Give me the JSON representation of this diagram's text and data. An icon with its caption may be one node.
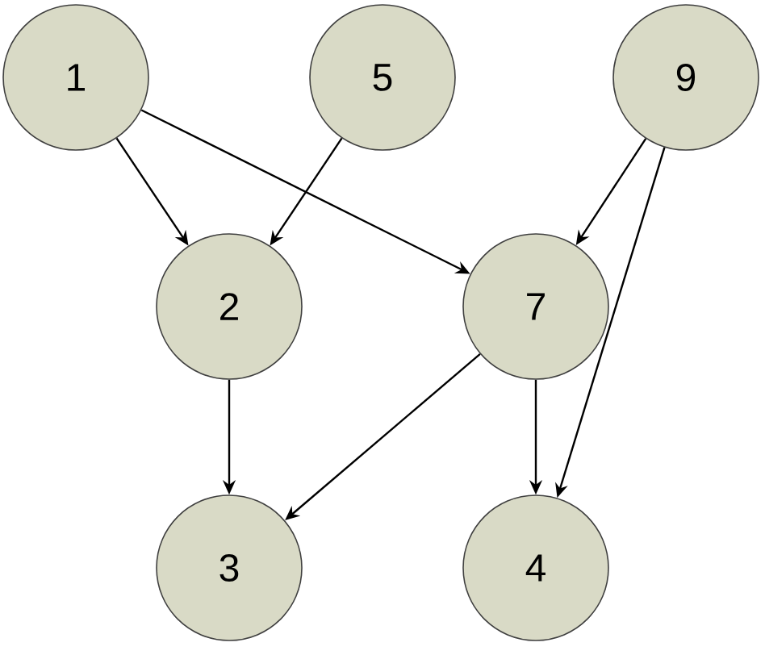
{
  "diagram": {
    "nodes": [
      {
        "text": [
          "1"
        ]
      },
      {
        "text": [
          "5"
        ]
      },
      {
        "text": [
          "9"
        ]
      },
      {
        "text": [
          "2"
        ]
      },
      {
        "text": [
          "7"
        ]
      },
      {
        "text": [
          "3"
        ]
      },
      {
        "text": [
          "4"
        ]
      }
    ],
    "edges": [
      {
        "from": 0,
        "to": 3,
        "arrow": "to"
      },
      {
        "from": 0,
        "to": 4,
        "arrow": "to"
      },
      {
        "from": 1,
        "to": 3,
        "arrow": "to"
      },
      {
        "from": 2,
        "to": 4,
        "arrow": "to"
      },
      {
        "from": 2,
        "to": 6,
        "arrow": "to"
      },
      {
        "from": 3,
        "to": 5,
        "arrow": "to"
      },
      {
        "from": 4,
        "to": 5,
        "arrow": "to"
      },
      {
        "from": 4,
        "to": 6,
        "arrow": "to"
      }
    ]
  }
}
